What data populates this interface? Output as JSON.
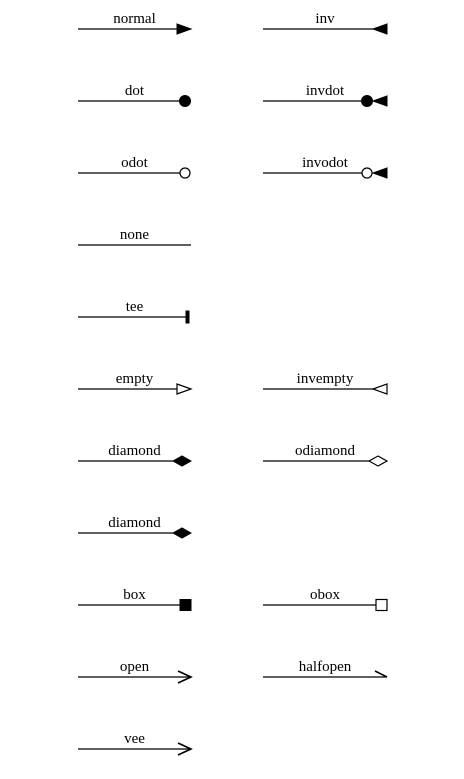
{
  "rows": [
    {
      "left": {
        "label": "normal",
        "arrow": "normal"
      },
      "right": {
        "label": "inv",
        "arrow": "inv"
      }
    },
    {
      "left": {
        "label": "dot",
        "arrow": "dot"
      },
      "right": {
        "label": "invdot",
        "arrow": "invdot"
      }
    },
    {
      "left": {
        "label": "odot",
        "arrow": "odot"
      },
      "right": {
        "label": "invodot",
        "arrow": "invodot"
      }
    },
    {
      "left": {
        "label": "none",
        "arrow": "none"
      }
    },
    {
      "left": {
        "label": "tee",
        "arrow": "tee"
      }
    },
    {
      "left": {
        "label": "empty",
        "arrow": "empty"
      },
      "right": {
        "label": "invempty",
        "arrow": "invempty"
      }
    },
    {
      "left": {
        "label": "diamond",
        "arrow": "diamond"
      },
      "right": {
        "label": "odiamond",
        "arrow": "odiamond"
      }
    },
    {
      "left": {
        "label": "diamond",
        "arrow": "diamond"
      }
    },
    {
      "left": {
        "label": "box",
        "arrow": "box"
      },
      "right": {
        "label": "obox",
        "arrow": "obox"
      }
    },
    {
      "left": {
        "label": "open",
        "arrow": "open"
      },
      "right": {
        "label": "halfopen",
        "arrow": "halfopen"
      }
    },
    {
      "left": {
        "label": "vee",
        "arrow": "vee"
      }
    }
  ]
}
